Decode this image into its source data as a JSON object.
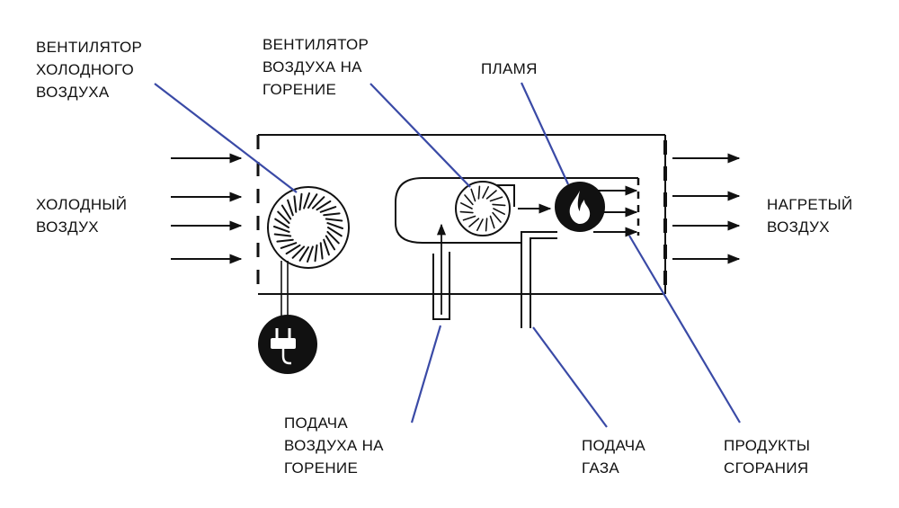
{
  "labels": {
    "cold_air_fan": [
      "ВЕНТИЛЯТОР",
      "ХОЛОДНОГО",
      "ВОЗДУХА"
    ],
    "combustion_fan": [
      "ВЕНТИЛЯТОР",
      "ВОЗДУХА НА",
      "ГОРЕНИЕ"
    ],
    "flame": [
      "ПЛАМЯ"
    ],
    "cold_air": [
      "ХОЛОДНЫЙ",
      "ВОЗДУХ"
    ],
    "heated_air": [
      "НАГРЕТЫЙ",
      "ВОЗДУХ"
    ],
    "combustion_air_supply": [
      "ПОДАЧА",
      "ВОЗДУХА НА",
      "ГОРЕНИЕ"
    ],
    "gas_supply": [
      "ПОДАЧА",
      "ГАЗА"
    ],
    "combustion_products": [
      "ПРОДУКТЫ",
      "СГОРАНИЯ"
    ]
  },
  "colors": {
    "line": "#111111",
    "leader": "#3a4aa6",
    "icon_fill": "#111111",
    "icon_glyph": "#ffffff"
  },
  "icons": [
    "power-plug-icon",
    "flame-icon",
    "cold-air-fan-icon",
    "combustion-fan-icon"
  ]
}
